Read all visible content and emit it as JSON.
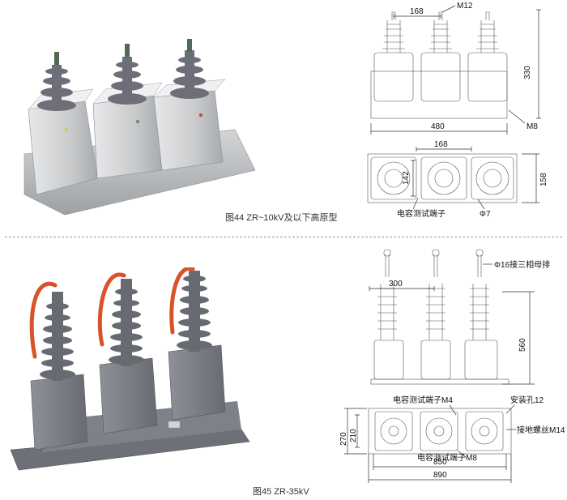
{
  "fig44": {
    "caption": "图44 ZR~10kV及以下高原型",
    "dims": {
      "top_width": "168",
      "bolt": "M12",
      "height": "330",
      "ground_bolt": "M8",
      "total_width": "480",
      "plan_pitch": "168",
      "plan_inner": "142",
      "plan_depth": "158",
      "terminal_label": "电容测试端子",
      "hole": "Φ7"
    }
  },
  "fig45": {
    "caption": "图45 ZR-35kV",
    "dims": {
      "busbar": "Φ16接三相母排",
      "pitch": "300",
      "height": "560",
      "terminal_m4": "电容测试端子M4",
      "mount_hole": "安装孔12",
      "depth_outer": "270",
      "depth_inner": "210",
      "ground_screw": "接地螺丝M14",
      "terminal_m8": "电容测试端子M8",
      "inner_width": "850",
      "outer_width": "890"
    }
  },
  "colors": {
    "porcelain": "#6e6e78",
    "housing": "#c8cacc",
    "housing35": "#7b7f86",
    "lead": "#d9532a"
  }
}
